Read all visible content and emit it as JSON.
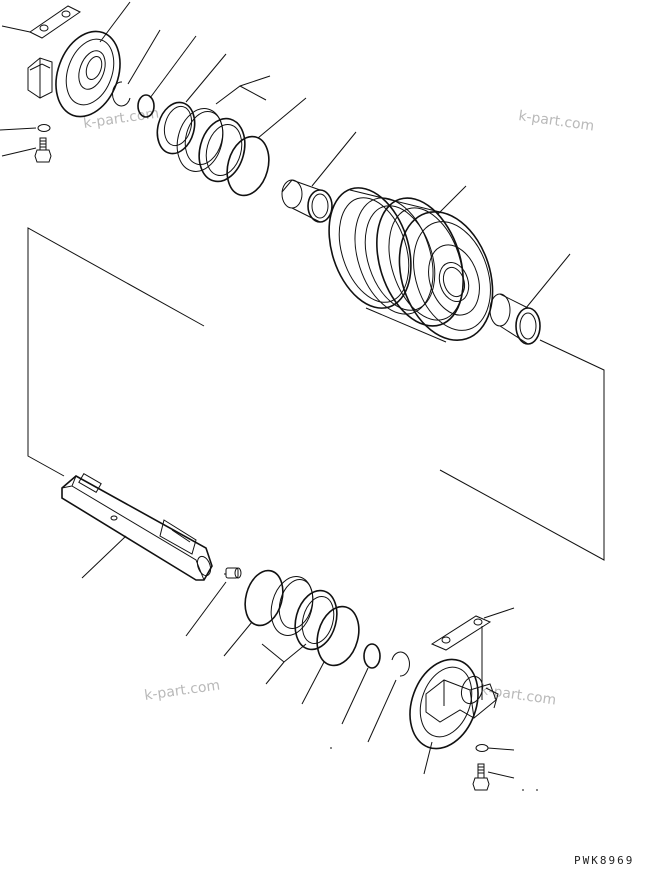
{
  "diagram": {
    "type": "exploded-parts-diagram",
    "watermarks": [
      "k-part.com",
      "k-part.com",
      "k-part.com",
      "k-part.com"
    ],
    "drawing_code": "PWK8969"
  }
}
